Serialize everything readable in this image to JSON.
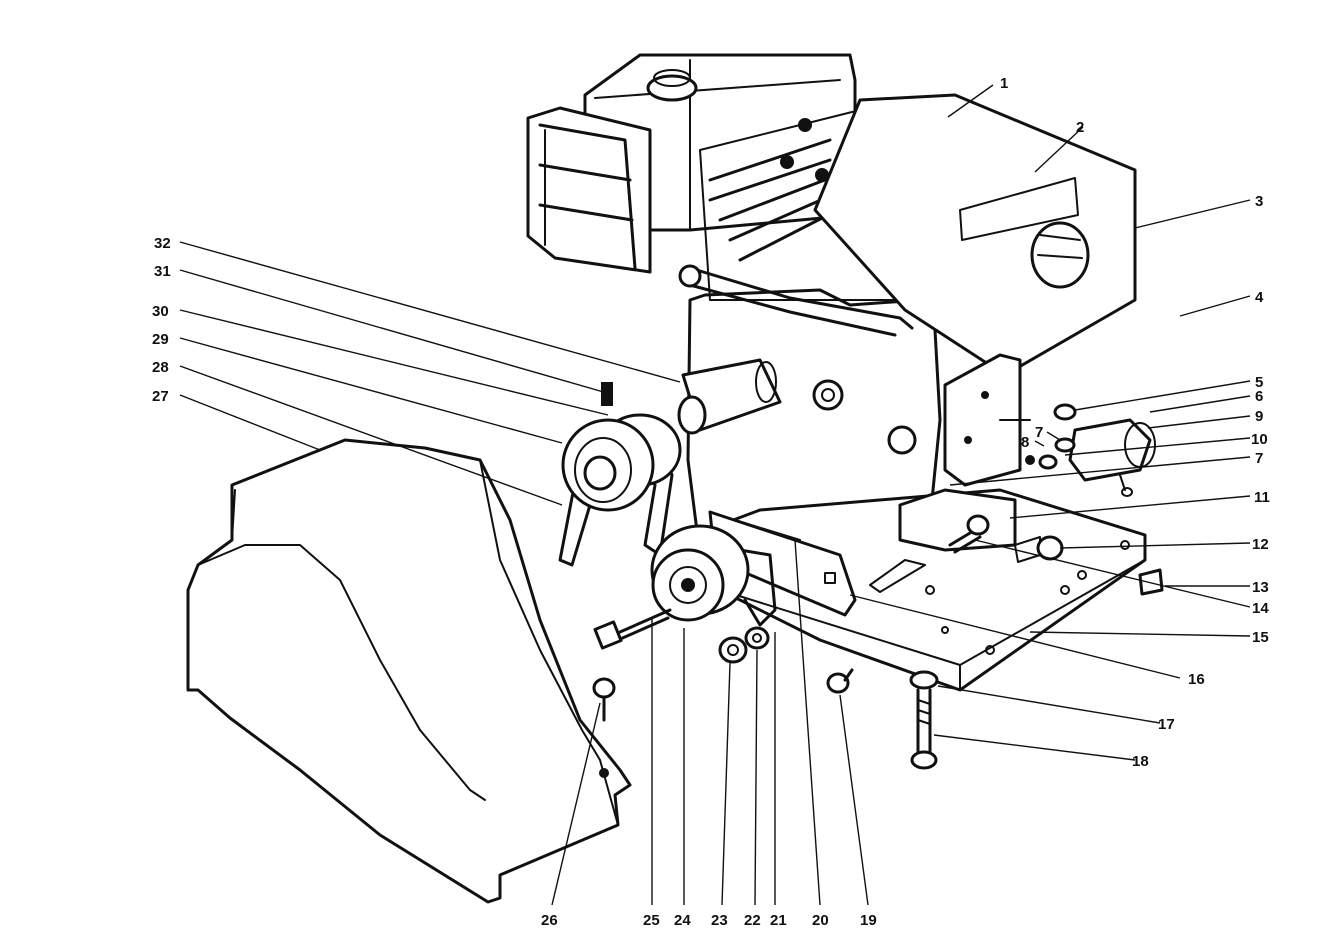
{
  "callouts": [
    {
      "id": "1",
      "label": "1"
    },
    {
      "id": "2",
      "label": "2"
    },
    {
      "id": "3",
      "label": "3"
    },
    {
      "id": "4",
      "label": "4"
    },
    {
      "id": "5",
      "label": "5"
    },
    {
      "id": "6",
      "label": "6"
    },
    {
      "id": "7a",
      "label": "7"
    },
    {
      "id": "8",
      "label": "8"
    },
    {
      "id": "9",
      "label": "9"
    },
    {
      "id": "10",
      "label": "10"
    },
    {
      "id": "7b",
      "label": "7"
    },
    {
      "id": "11",
      "label": "11"
    },
    {
      "id": "12",
      "label": "12"
    },
    {
      "id": "13",
      "label": "13"
    },
    {
      "id": "14",
      "label": "14"
    },
    {
      "id": "15",
      "label": "15"
    },
    {
      "id": "16",
      "label": "16"
    },
    {
      "id": "17",
      "label": "17"
    },
    {
      "id": "18",
      "label": "18"
    },
    {
      "id": "19",
      "label": "19"
    },
    {
      "id": "20",
      "label": "20"
    },
    {
      "id": "21",
      "label": "21"
    },
    {
      "id": "22",
      "label": "22"
    },
    {
      "id": "23",
      "label": "23"
    },
    {
      "id": "24",
      "label": "24"
    },
    {
      "id": "25",
      "label": "25"
    },
    {
      "id": "26",
      "label": "26"
    },
    {
      "id": "27",
      "label": "27"
    },
    {
      "id": "28",
      "label": "28"
    },
    {
      "id": "29",
      "label": "29"
    },
    {
      "id": "30",
      "label": "30"
    },
    {
      "id": "31",
      "label": "31"
    },
    {
      "id": "32",
      "label": "32"
    }
  ],
  "colors": {
    "ink": "#111111",
    "paper": "#ffffff"
  }
}
